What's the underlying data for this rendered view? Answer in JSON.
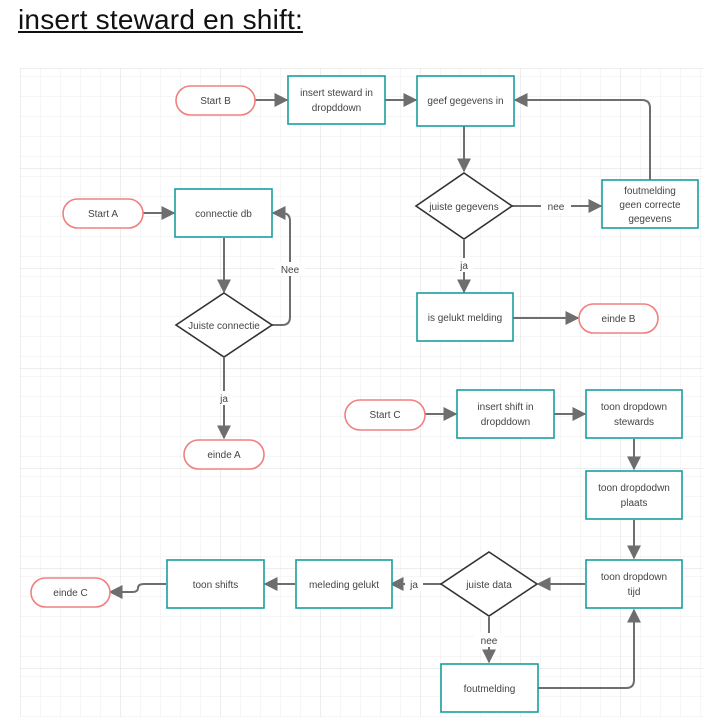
{
  "page": {
    "title": "insert steward en shift:"
  },
  "nodes": {
    "start_b": "Start B",
    "insert_steward_l1": "insert steward in",
    "insert_steward_l2": "dropddown",
    "geef_gegevens": "geef gegevens in",
    "juiste_gegevens": "juiste gegevens",
    "foutmelding_b_l1": "foutmelding",
    "foutmelding_b_l2": "geen correcte",
    "foutmelding_b_l3": "gegevens",
    "is_gelukt": "is gelukt melding",
    "einde_b": "einde B",
    "start_a": "Start A",
    "connectie_db": "connectie db",
    "juiste_connectie": "Juiste connectie",
    "einde_a": "einde A",
    "start_c": "Start C",
    "insert_shift_l1": "insert shift in",
    "insert_shift_l2": "dropddown",
    "toon_stewards_l1": "toon dropdown",
    "toon_stewards_l2": "stewards",
    "toon_plaats_l1": "toon dropdodwn",
    "toon_plaats_l2": "plaats",
    "toon_tijd_l1": "toon dropdown",
    "toon_tijd_l2": "tijd",
    "juiste_data": "juiste data",
    "meleding_gelukt": "meleding gelukt",
    "toon_shifts": "toon shifts",
    "einde_c": "einde C",
    "foutmelding_c": "foutmelding"
  },
  "edges": {
    "nee_b": "nee",
    "ja_b": "ja",
    "nee_a": "Nee",
    "ja_a": "ja",
    "ja_c": "ja",
    "nee_c": "nee"
  },
  "colors": {
    "process_border": "#1a9e9e",
    "terminal_border": "#f08080",
    "decision_border": "#333333",
    "arrow": "#6e6e6e",
    "grid": "#e6e6e6",
    "text": "#444444"
  }
}
